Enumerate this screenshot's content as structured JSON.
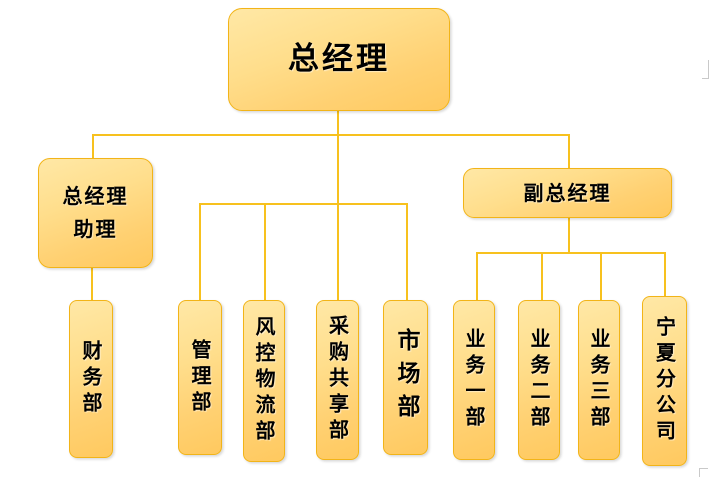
{
  "chart_data": {
    "type": "diagram",
    "subtype": "organization-chart",
    "title": "",
    "orientation": "top-down",
    "levels": 3,
    "theme": {
      "box_fill_light": "#FFE8A6",
      "box_fill_dark": "#FFC95F",
      "box_border": "#F2B418",
      "connector": "#F7C11E",
      "text": "#000000",
      "background": "#FFFFFF"
    },
    "nodes": [
      {
        "id": "gm",
        "label": "总经理",
        "level": 1,
        "parent": null,
        "text_direction": "horizontal"
      },
      {
        "id": "gm_assistant",
        "label": "总经理\n助理",
        "level": 2,
        "parent": "gm",
        "text_direction": "horizontal"
      },
      {
        "id": "deputy_gm",
        "label": "副总经理",
        "level": 2,
        "parent": "gm",
        "text_direction": "horizontal"
      },
      {
        "id": "finance",
        "label": "财务部",
        "level": 3,
        "parent": "gm_assistant",
        "text_direction": "vertical"
      },
      {
        "id": "management",
        "label": "管理部",
        "level": 3,
        "parent": "gm",
        "text_direction": "vertical"
      },
      {
        "id": "risk_logistics",
        "label": "风控物流部",
        "level": 3,
        "parent": "gm",
        "text_direction": "vertical"
      },
      {
        "id": "procurement",
        "label": "采购共享部",
        "level": 3,
        "parent": "gm",
        "text_direction": "vertical"
      },
      {
        "id": "marketing",
        "label": "市场部",
        "level": 3,
        "parent": "gm",
        "text_direction": "vertical"
      },
      {
        "id": "business_1",
        "label": "业务一部",
        "level": 3,
        "parent": "deputy_gm",
        "text_direction": "vertical"
      },
      {
        "id": "business_2",
        "label": "业务二部",
        "level": 3,
        "parent": "deputy_gm",
        "text_direction": "vertical"
      },
      {
        "id": "business_3",
        "label": "业务三部",
        "level": 3,
        "parent": "deputy_gm",
        "text_direction": "vertical"
      },
      {
        "id": "ningxia_branch",
        "label": "宁夏分公司",
        "level": 3,
        "parent": "deputy_gm",
        "text_direction": "vertical"
      }
    ],
    "edges": [
      {
        "from": "gm",
        "to": "gm_assistant"
      },
      {
        "from": "gm",
        "to": "deputy_gm"
      },
      {
        "from": "gm_assistant",
        "to": "finance"
      },
      {
        "from": "gm",
        "to": "management"
      },
      {
        "from": "gm",
        "to": "risk_logistics"
      },
      {
        "from": "gm",
        "to": "procurement"
      },
      {
        "from": "gm",
        "to": "marketing"
      },
      {
        "from": "deputy_gm",
        "to": "business_1"
      },
      {
        "from": "deputy_gm",
        "to": "business_2"
      },
      {
        "from": "deputy_gm",
        "to": "business_3"
      },
      {
        "from": "deputy_gm",
        "to": "ningxia_branch"
      }
    ]
  },
  "chart": {
    "gm": {
      "label": "总经理"
    },
    "gm_assistant": {
      "label": "总经理\n助理"
    },
    "deputy_gm": {
      "label": "副总经理"
    },
    "finance": {
      "label": "财务部"
    },
    "management": {
      "label": "管理部"
    },
    "risk_logistics": {
      "label": "风控物流部"
    },
    "procurement": {
      "label": "采购共享部"
    },
    "marketing": {
      "label": "市场部"
    },
    "business_1": {
      "label": "业务一部"
    },
    "business_2": {
      "label": "业务二部"
    },
    "business_3": {
      "label": "业务三部"
    },
    "ningxia_branch": {
      "label": "宁夏分公司"
    }
  }
}
